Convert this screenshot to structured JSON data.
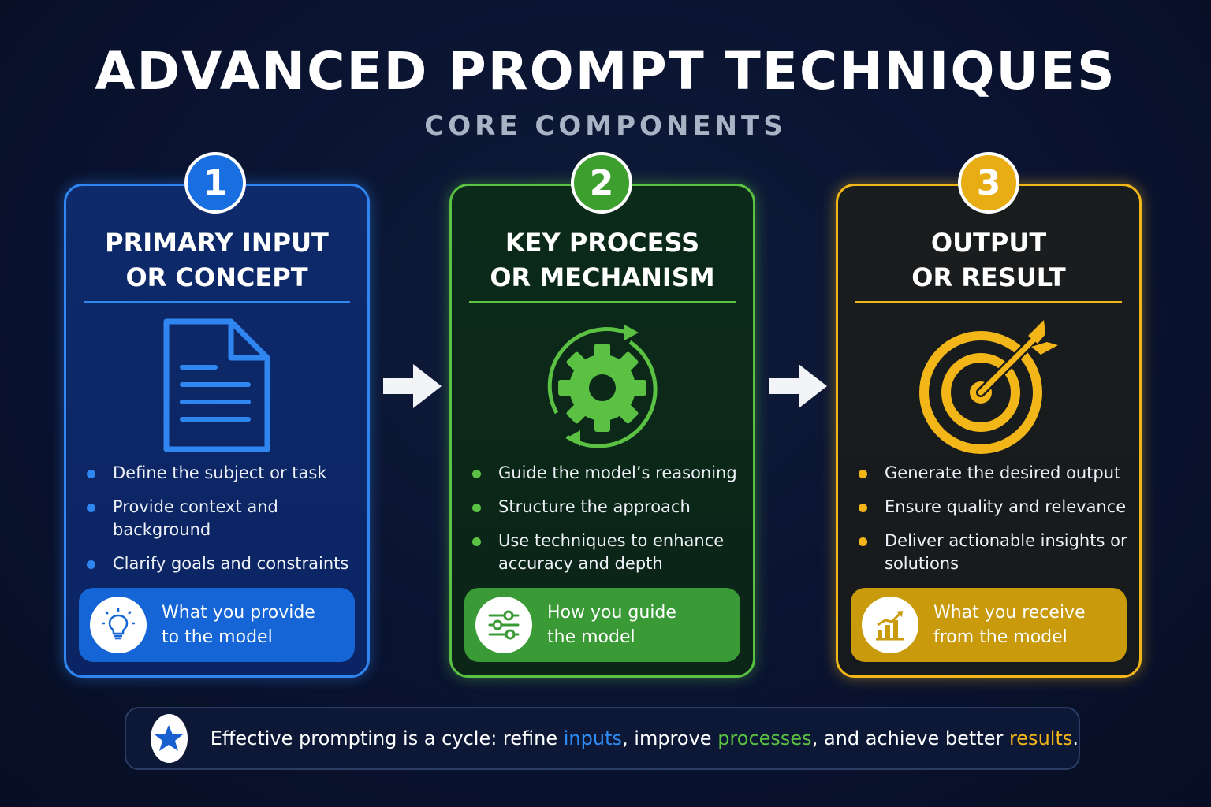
{
  "title": "ADVANCED PROMPT TECHNIQUES",
  "subtitle": "CORE COMPONENTS",
  "colors": {
    "blue": "#2f86f0",
    "green": "#5ac142",
    "yellow": "#f2b619",
    "background": "#0a1330"
  },
  "cards": [
    {
      "number": "1",
      "title_line1": "PRIMARY INPUT",
      "title_line2": "OR CONCEPT",
      "icon": "document-icon",
      "bullets": [
        "Define the subject or task",
        "Provide context and background",
        "Clarify goals and constraints"
      ],
      "footer_icon": "lightbulb-icon",
      "footer_line1": "What you provide",
      "footer_line2": "to the model"
    },
    {
      "number": "2",
      "title_line1": "KEY PROCESS",
      "title_line2": "OR MECHANISM",
      "icon": "gear-cycle-icon",
      "bullets": [
        "Guide the model’s reasoning",
        "Structure the approach",
        "Use techniques to enhance accuracy and depth"
      ],
      "footer_icon": "sliders-icon",
      "footer_line1": "How you guide",
      "footer_line2": "the model"
    },
    {
      "number": "3",
      "title_line1": "OUTPUT",
      "title_line2": "OR RESULT",
      "icon": "target-icon",
      "bullets": [
        "Generate the desired output",
        "Ensure quality and relevance",
        "Deliver actionable insights or solutions"
      ],
      "footer_icon": "growth-chart-icon",
      "footer_line1": "What you receive",
      "footer_line2": "from the model"
    }
  ],
  "banner": {
    "icon": "star-icon",
    "part1": "Effective prompting is a cycle: refine ",
    "hl1": "inputs",
    "part2": ", improve ",
    "hl2": "processes",
    "part3": ", and achieve better ",
    "hl3": "results",
    "part4": "."
  }
}
